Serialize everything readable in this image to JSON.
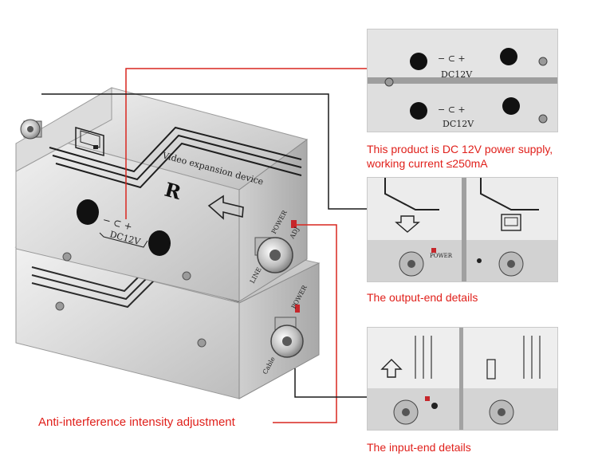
{
  "device": {
    "panel_text": "Video expansion device",
    "model_letter": "R",
    "dc_label": "DC12V",
    "power_label": "POWER",
    "line_label": "LINE",
    "cable_label": "Cable",
    "adj_label": "ADJ"
  },
  "captions": {
    "power_supply": "This product is DC 12V power supply,",
    "working_current": "working current ≤250mA",
    "output_end": "The output-end  details",
    "input_end": "The input-end  details",
    "anti_interference": "Anti-interference intensity adjustment"
  },
  "colors": {
    "accent": "#e0201b",
    "leader_red": "#d9261f",
    "leader_black": "#1a1a1a"
  }
}
